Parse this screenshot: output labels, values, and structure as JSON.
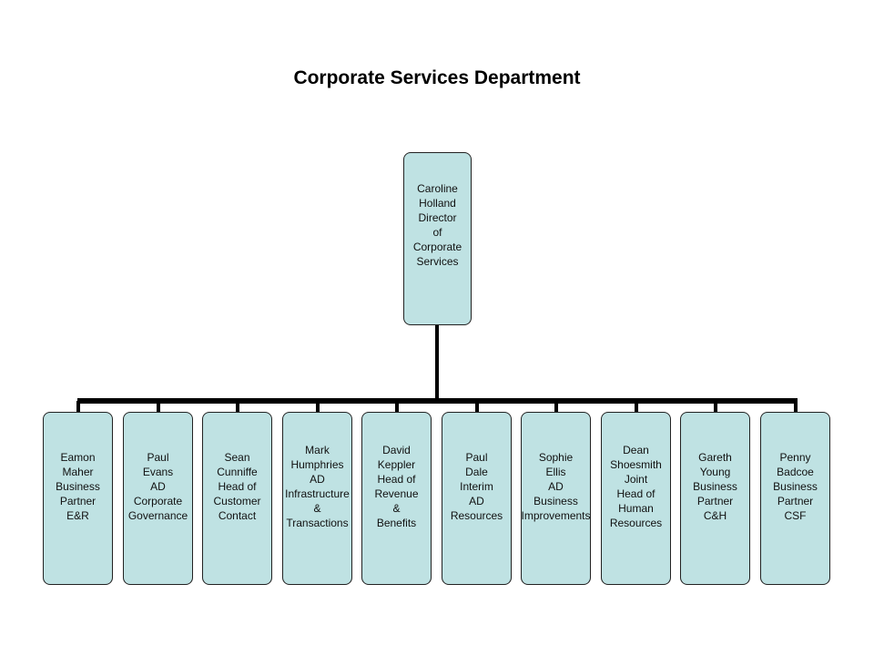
{
  "title": "Corporate Services Department",
  "colors": {
    "box_fill": "#bfe2e3",
    "box_border": "#222222",
    "connector": "#000000"
  },
  "root": {
    "text": "Caroline\nHolland\nDirector\nof\nCorporate\nServices"
  },
  "children": [
    {
      "text": "Eamon\nMaher\nBusiness\nPartner\nE&R"
    },
    {
      "text": "Paul\nEvans\nAD\nCorporate\nGovernance"
    },
    {
      "text": "Sean\nCunniffe\nHead of\nCustomer\nContact"
    },
    {
      "text": "Mark\nHumphries\nAD\nInfrastructure\n&\nTransactions"
    },
    {
      "text": "David\nKeppler\nHead of\nRevenue\n&\nBenefits"
    },
    {
      "text": "Paul\nDale\nInterim\nAD\nResources"
    },
    {
      "text": "Sophie\nEllis\nAD\nBusiness\nImprovements"
    },
    {
      "text": "Dean\nShoesmith\nJoint\nHead of\nHuman\nResources"
    },
    {
      "text": "Gareth\nYoung\nBusiness\nPartner\nC&H"
    },
    {
      "text": "Penny\nBadcoe\nBusiness\nPartner\nCSF"
    }
  ]
}
